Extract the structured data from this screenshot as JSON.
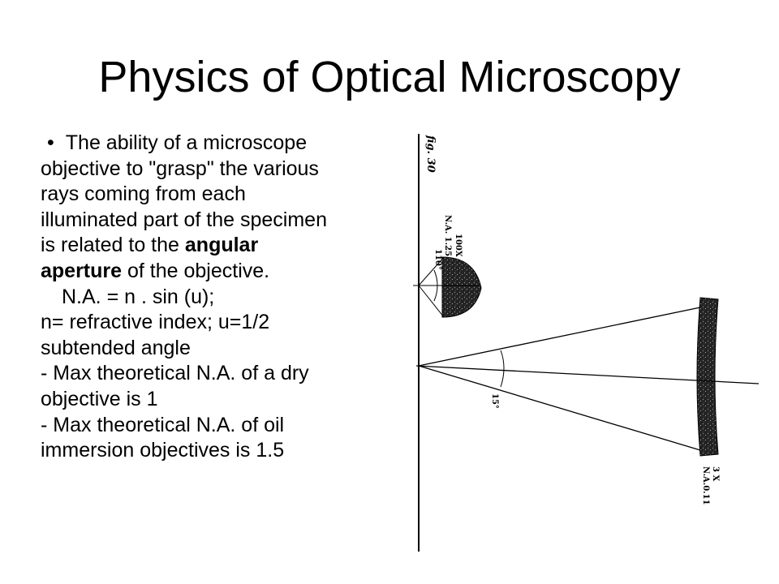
{
  "slide": {
    "title": "Physics of Optical Microscopy",
    "bullet": {
      "line1": "The ability of a microscope",
      "line2": "objective to \"grasp\" the various",
      "line3": "rays coming from each",
      "line4": "illuminated part of the specimen",
      "line5_pre": "is related to the ",
      "line5_bold": "angular",
      "line6_bold": "aperture",
      "line6_post": " of the objective.",
      "formula": "N.A. = n . sin (u);",
      "def1": "n= refractive index; u=1/2",
      "def2": "subtended angle",
      "max_dry1": "- Max theoretical N.A. of a dry",
      "max_dry2": "objective is 1",
      "max_oil1": "- Max theoretical N.A. of oil",
      "max_oil2": "immersion objectives is 1.5"
    }
  },
  "figure": {
    "fig_label": "fig. 30",
    "objective_top": {
      "magnification": "100X",
      "na": "N.A. 1.25",
      "angle": "110°"
    },
    "objective_bottom": {
      "magnification": "3 X",
      "na": "N.A.0.11",
      "angle": "15°"
    }
  }
}
